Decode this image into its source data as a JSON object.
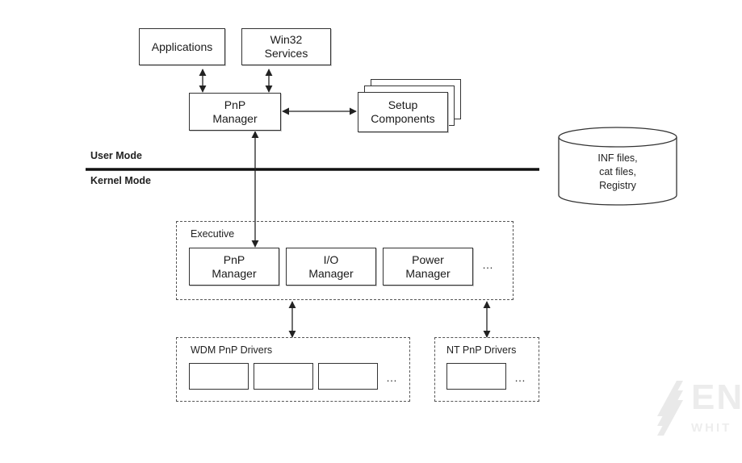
{
  "boxes": {
    "applications": "Applications",
    "win32_services": "Win32\nServices",
    "pnp_manager_user": "PnP\nManager",
    "setup_components": "Setup\nComponents",
    "pnp_manager_exec": "PnP\nManager",
    "io_manager": "I/O\nManager",
    "power_manager": "Power\nManager"
  },
  "modes": {
    "user": "User Mode",
    "kernel": "Kernel Mode"
  },
  "groups": {
    "executive": "Executive",
    "wdm_drivers": "WDM PnP Drivers",
    "nt_drivers": "NT PnP Drivers"
  },
  "ellipsis": "…",
  "database": "INF files,\ncat files,\nRegistry",
  "watermark": {
    "main": "EN",
    "sub": "WHIT"
  }
}
